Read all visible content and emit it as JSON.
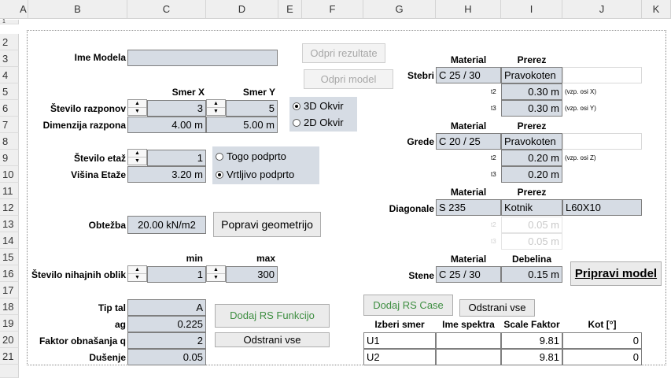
{
  "sheet": {
    "columns": [
      "A",
      "B",
      "C",
      "D",
      "E",
      "F",
      "G",
      "H",
      "I",
      "J",
      "K"
    ],
    "rows": [
      "1",
      "2",
      "3",
      "4",
      "5",
      "6",
      "7",
      "8",
      "9",
      "10",
      "11",
      "12",
      "13",
      "14",
      "15",
      "16",
      "17",
      "18",
      "19",
      "20",
      "21"
    ]
  },
  "model": {
    "name_label": "Ime Modela",
    "name_value": ""
  },
  "buttons": {
    "open_results": "Odpri rezultate",
    "open_model": "Odpri model",
    "fix_geometry": "Popravi geometrijo",
    "add_rs_function": "Dodaj RS Funkcijo",
    "remove_all_left": "Odstrani vse",
    "add_rs_case": "Dodaj RS Case",
    "remove_all_right": "Odstrani vse",
    "prepare_model": "Pripravi model"
  },
  "geometry": {
    "smer_x": "Smer X",
    "smer_y": "Smer Y",
    "num_spans_label": "Število razponov",
    "num_spans_x": "3",
    "num_spans_y": "5",
    "span_dim_label": "Dimenzija razpona",
    "span_x": "4.00 m",
    "span_y": "5.00 m",
    "floors_label": "Število etaž",
    "floors": "1",
    "floor_height_label": "Višina Etaže",
    "floor_height": "3.20 m"
  },
  "frame_type": {
    "opt_3d": "3D Okvir",
    "opt_2d": "2D Okvir",
    "selected": "3D Okvir"
  },
  "support": {
    "opt_rigid": "Togo podprto",
    "opt_hinged": "Vrtljivo podprto",
    "selected": "Vrtljivo podprto"
  },
  "load": {
    "label": "Obtežba",
    "value": "20.00 kN/m2"
  },
  "modes": {
    "min_label": "min",
    "max_label": "max",
    "label": "Število nihajnih oblik",
    "min": "1",
    "max": "300"
  },
  "seismic": {
    "soil_label": "Tip tal",
    "soil": "A",
    "ag_label": "ag",
    "ag": "0.225",
    "q_label": "Faktor obnašanja q",
    "q": "2",
    "damp_label": "Dušenje",
    "damp": "0.05"
  },
  "columns_el": {
    "material_hdr": "Material",
    "section_hdr": "Prerez",
    "label": "Stebri",
    "material": "C 25 / 30",
    "section": "Pravokoten",
    "t2_label": "t2",
    "t2": "0.30 m",
    "t2_note": "(vzp. osi X)",
    "t3_label": "t3",
    "t3": "0.30 m",
    "t3_note": "(vzp. osi Y)"
  },
  "beams": {
    "material_hdr": "Material",
    "section_hdr": "Prerez",
    "label": "Grede",
    "material": "C 20 / 25",
    "section": "Pravokoten",
    "t2_label": "t2",
    "t2": "0.20 m",
    "t2_note": "(vzp. osi Z)",
    "t3_label": "t3",
    "t3": "0.20 m"
  },
  "diagonals": {
    "material_hdr": "Material",
    "section_hdr": "Prerez",
    "label": "Diagonale",
    "material": "S 235",
    "section": "Kotnik",
    "profile": "L60X10",
    "t2_label": "t2",
    "t2": "0.05 m",
    "t3_label": "t3",
    "t3": "0.05 m"
  },
  "walls": {
    "material_hdr": "Material",
    "thickness_hdr": "Debelina",
    "label": "Stene",
    "material": "C 25 / 30",
    "thickness": "0.15 m"
  },
  "rs_table": {
    "headers": [
      "Izberi smer",
      "Ime spektra",
      "Scale Faktor",
      "Kot [°]"
    ],
    "rows": [
      [
        "U1",
        "",
        "9.81",
        "0"
      ],
      [
        "U2",
        "",
        "9.81",
        "0"
      ]
    ]
  }
}
